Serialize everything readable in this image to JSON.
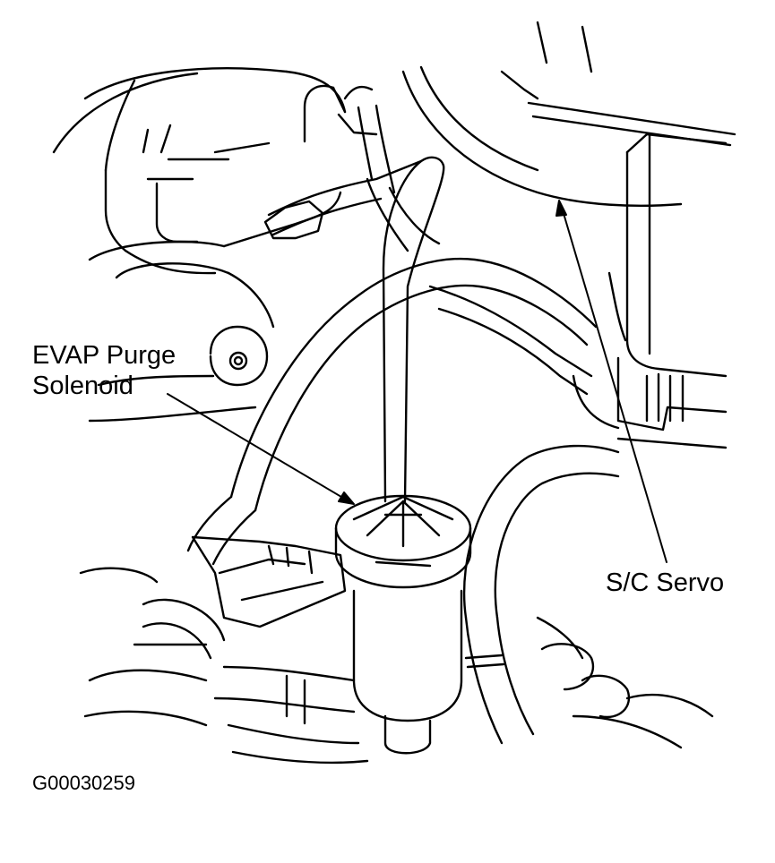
{
  "callouts": {
    "evap_purge_solenoid": [
      "EVAP Purge",
      "Solenoid"
    ],
    "sc_servo": "S/C Servo"
  },
  "figure_id": "G00030259",
  "colors": {
    "ink": "#000000",
    "paper": "#ffffff"
  }
}
